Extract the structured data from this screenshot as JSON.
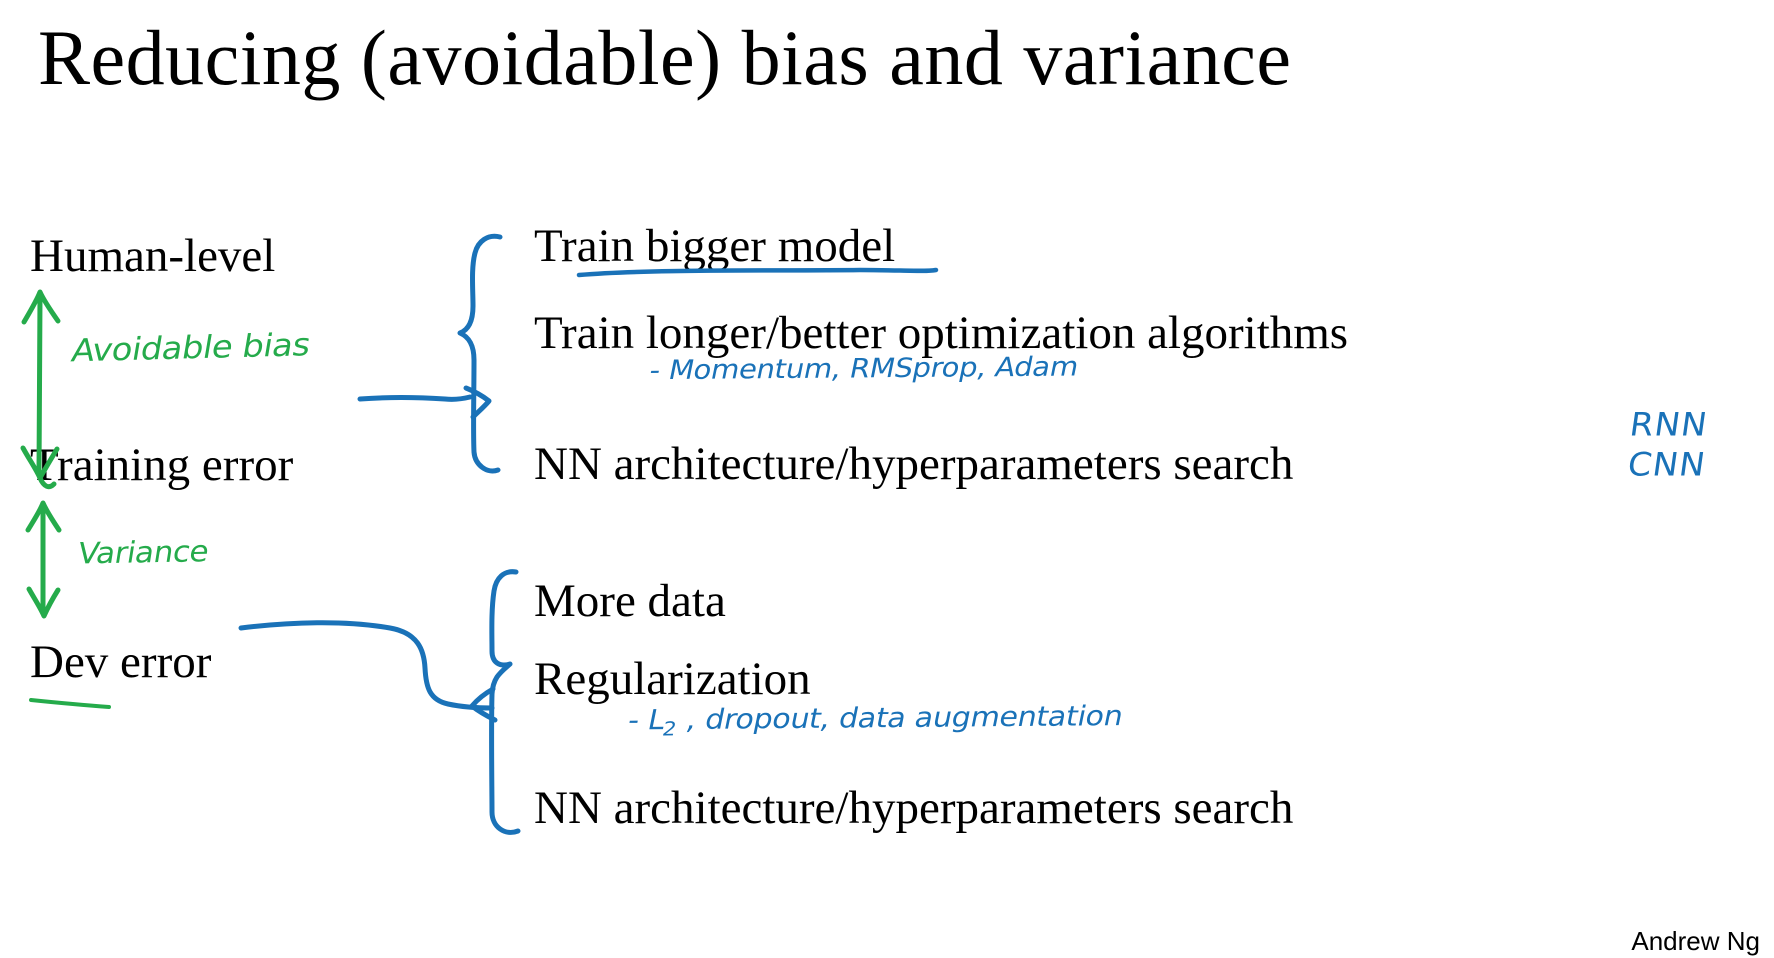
{
  "slide": {
    "title": "Reducing (avoidable) bias and variance",
    "background_color": "#ffffff",
    "ink_colors": {
      "green": "#25ab4b",
      "blue": "#1a72b8",
      "text": "#000000"
    }
  },
  "error_levels": {
    "human_level": "Human-level",
    "training_error": "Training error",
    "dev_error": "Dev error"
  },
  "annotations": {
    "avoidable_bias": "Avoidable bias",
    "variance": "Variance",
    "optimization_note": "- Momentum, RMSprop, Adam",
    "rnn": "RNN",
    "cnn": "CNN",
    "regularization_note_prefix": "- L",
    "regularization_note_sub": "2",
    "regularization_note_rest": " , dropout, data   augmentation"
  },
  "bias_remedies": {
    "items": [
      "Train bigger model",
      "Train longer/better optimization algorithms",
      "NN architecture/hyperparameters search"
    ]
  },
  "variance_remedies": {
    "items": [
      "More data",
      "Regularization",
      "NN architecture/hyperparameters search"
    ]
  },
  "footer": {
    "credit": "Andrew Ng"
  }
}
